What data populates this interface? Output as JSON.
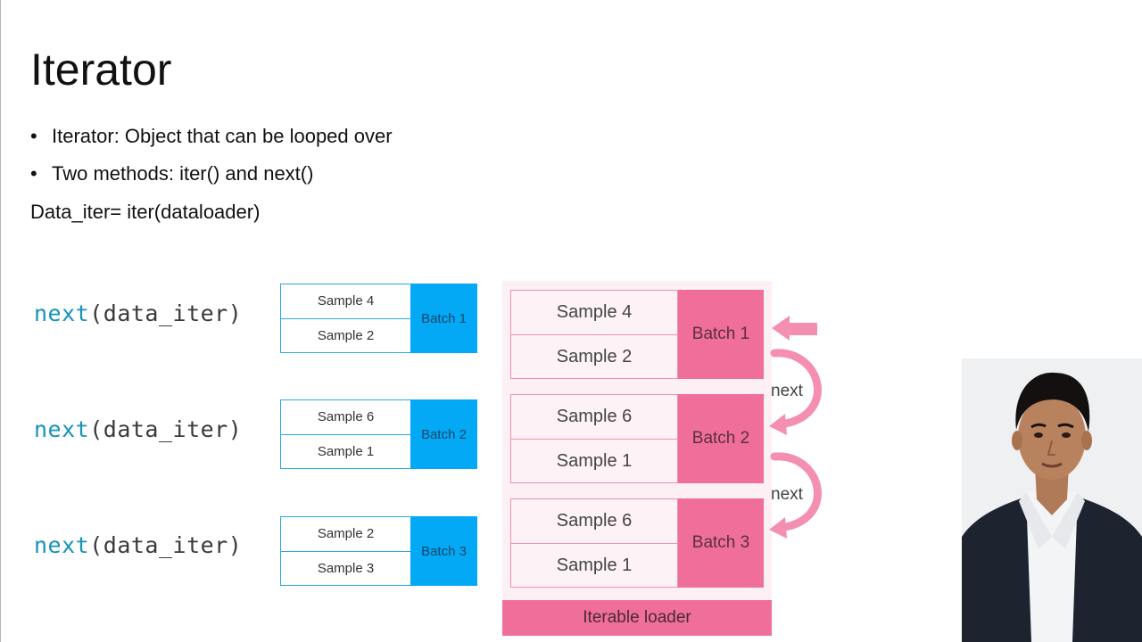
{
  "slide": {
    "title": "Iterator",
    "bullets": [
      "Iterator: Object that can be looped over",
      "Two methods: iter() and next()"
    ],
    "bullet_glyph": "•",
    "code_line": "Data_iter= iter(dataloader)"
  },
  "left_diagram": {
    "call_keyword": "next",
    "call_args": "(data_iter)",
    "batches": [
      {
        "samples": [
          "Sample 4",
          "Sample 2"
        ],
        "label": "Batch 1"
      },
      {
        "samples": [
          "Sample 6",
          "Sample 1"
        ],
        "label": "Batch 2"
      },
      {
        "samples": [
          "Sample 2",
          "Sample 3"
        ],
        "label": "Batch 3"
      }
    ],
    "colors": {
      "batch_fill": "#03a9f4",
      "border": "#27a9e1",
      "keyword": "#1593b8"
    }
  },
  "right_diagram": {
    "batches": [
      {
        "samples": [
          "Sample 4",
          "Sample 2"
        ],
        "label": "Batch 1"
      },
      {
        "samples": [
          "Sample 6",
          "Sample 1"
        ],
        "label": "Batch 2"
      },
      {
        "samples": [
          "Sample 6",
          "Sample 1"
        ],
        "label": "Batch 3"
      }
    ],
    "next_labels": [
      "next",
      "next"
    ],
    "loader_label": "Iterable loader",
    "colors": {
      "batch_fill": "#f06e9a",
      "panel": "#fdf0f4",
      "arrow": "#f48fb1"
    }
  },
  "presenter": {
    "icon": "person-avatar"
  }
}
